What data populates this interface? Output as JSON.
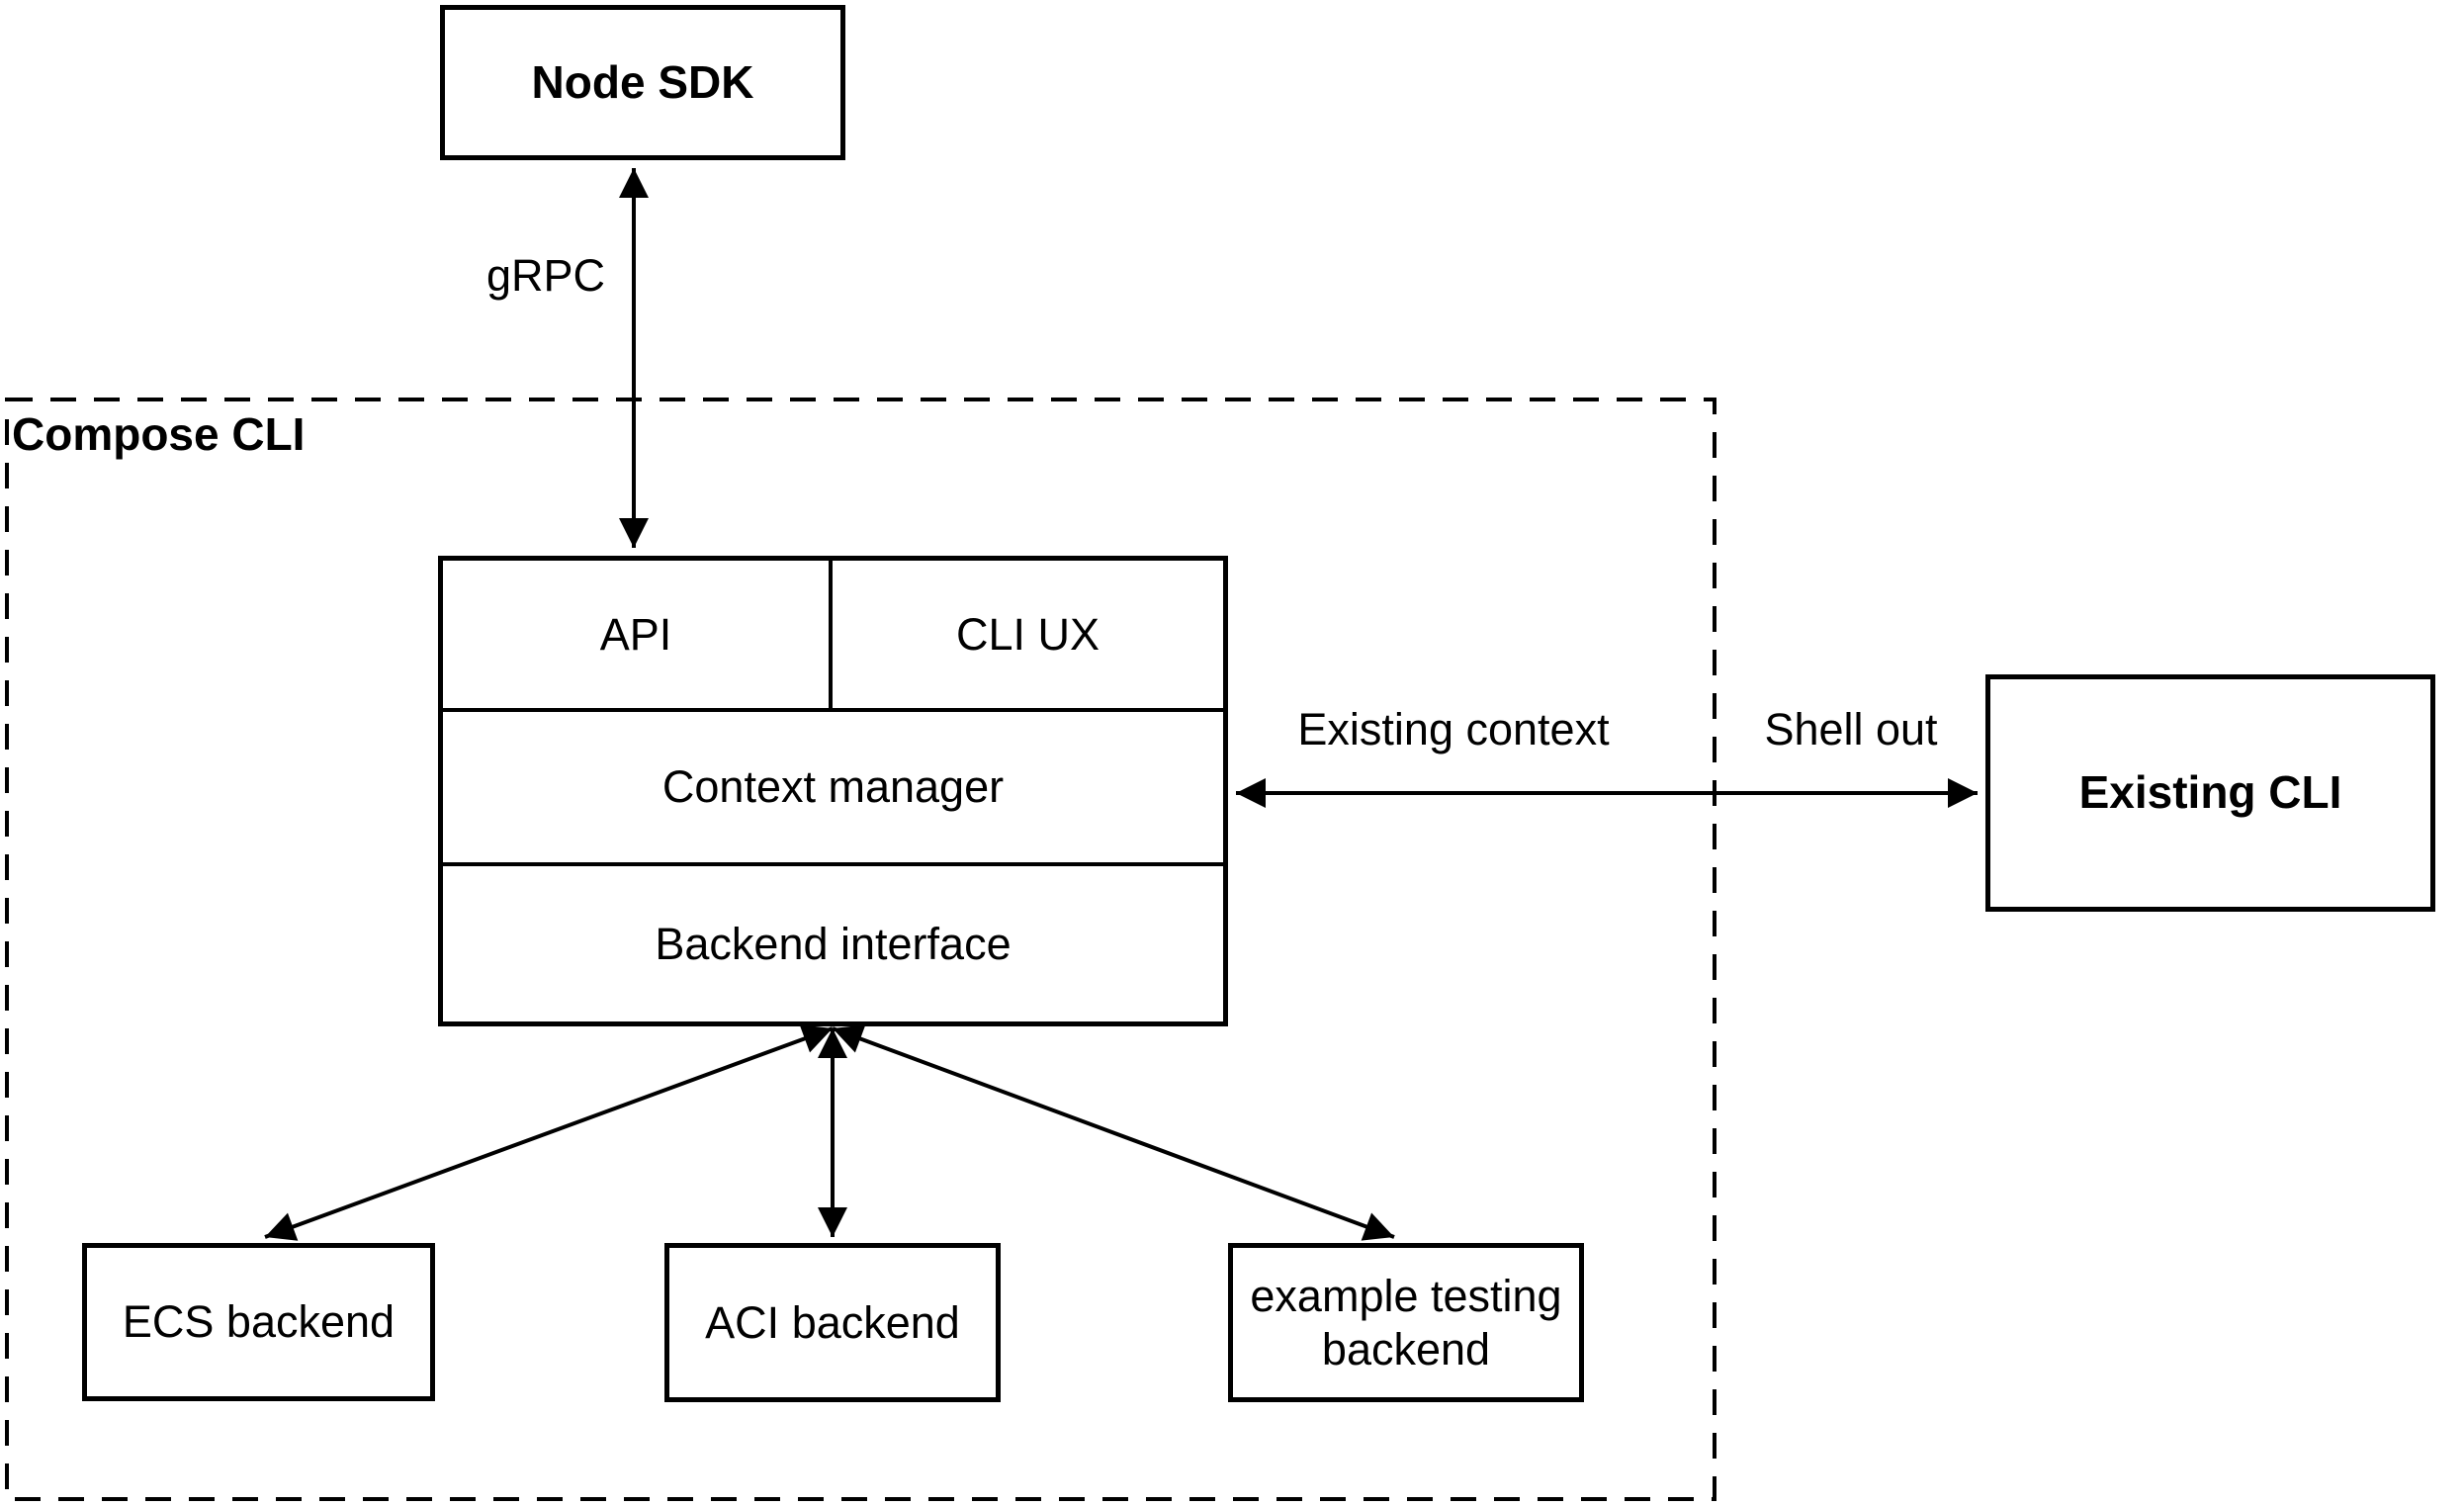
{
  "diagram": {
    "container_label": "Compose CLI",
    "nodes": {
      "node_sdk": "Node SDK",
      "api": "API",
      "cli_ux": "CLI UX",
      "context_manager": "Context manager",
      "backend_interface": "Backend interface",
      "existing_cli": "Existing CLI",
      "ecs_backend": "ECS backend",
      "aci_backend": "ACI backend",
      "example_testing_backend": "example testing backend"
    },
    "edge_labels": {
      "grpc": "gRPC",
      "existing_context": "Existing context",
      "shell_out": "Shell out"
    },
    "colors": {
      "stroke": "#000000",
      "background": "#ffffff"
    }
  }
}
